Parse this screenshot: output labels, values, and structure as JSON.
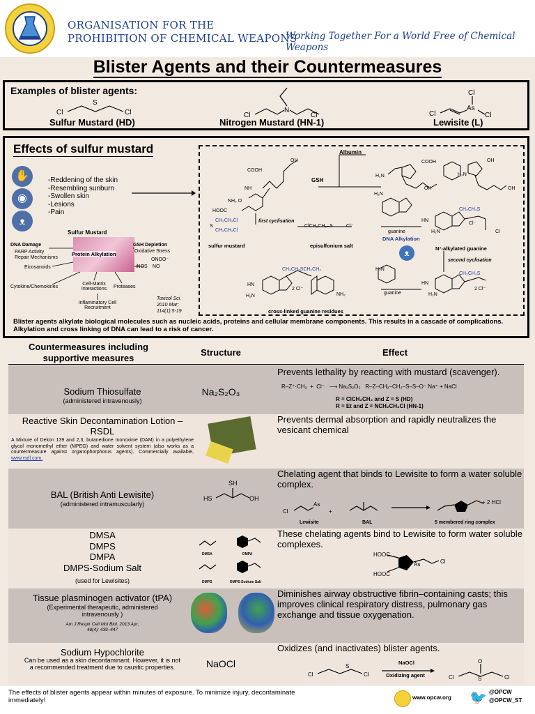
{
  "header": {
    "org_line1": "ORGANISATION FOR THE",
    "org_line2": "PROHIBITION OF CHEMICAL WEAPONS",
    "tagline": "Working Together For a World Free of Chemical Weapons"
  },
  "title": "Blister Agents and their Countermeasures",
  "examples": {
    "heading": "Examples of blister agents:",
    "agents": [
      "Sulfur Mustard (HD)",
      "Nitrogen Mustard (HN-1)",
      "Lewisite (L)"
    ]
  },
  "effects": {
    "heading": "Effects of sulfur mustard",
    "symptoms": [
      "-Reddening of the skin",
      "-Resembling sunburn",
      "-Swollen skin",
      "-Lesions",
      "-Pain"
    ],
    "diagram_labels": {
      "center": "Sulfur Mustard",
      "alkylation": "Protein Alkylation",
      "dna": "DNA Damage",
      "parp": "PARP Activity",
      "repair": "Repair Mechanisms",
      "gsh": "GSH Depletion",
      "oxid": "Oxidative Stress",
      "onoo": "ONOO⁻",
      "inos": "iNOS",
      "no": "NO",
      "eico": "Eicosanoids",
      "cyto": "Cytokine/Chemokines",
      "matrix": "Cell-Matrix Interactions",
      "proteases": "Proteases",
      "inflam": "Inflammatory Cell Recruitment"
    },
    "citation": "Toxicol Sci. 2010 Mar; 114(1):5-19",
    "scheme": {
      "albumin": "Albumin",
      "gsh": "GSH",
      "sulfur_mustard": "sulfur mustard",
      "first_cyc": "first cyclisation",
      "episulf": "episulfonium salt",
      "guanine": "guanine",
      "dna_alk": "DNA Alkylation",
      "n7": "N⁷-alkylated guanine",
      "second_cyc": "second cyclisation",
      "crosslinked": "cross-linked guanine residues",
      "cl_minus": "Cl⁻",
      "two_cl": "2 Cl⁻"
    },
    "summary": "Blister agents alkylate biological molecules such as nucleic acids, proteins and cellular membrane components. This results in a cascade of complications. Alkylation and cross linking of DNA can lead to a risk of cancer."
  },
  "table": {
    "headers": [
      "Countermeasures including supportive measures",
      "Structure",
      "Effect"
    ],
    "rows": [
      {
        "name": "Sodium Thiosulfate",
        "sub": "(administered intravenously)",
        "structure": "Na₂S₂O₃",
        "effect": "Prevents lethality by reacting with mustard (scavenger).",
        "reaction": [
          "R = ClCH₂CH₂ and Z = S (HD)",
          "R = Et and Z = NCH₂CH₂Cl (HN-1)"
        ]
      },
      {
        "name": "Reactive Skin Decontamination Lotion – RSDL",
        "sub": "A Mixture of Dekon 139 and 2,3, butanedione monoxime (DAM) in a polyethylene glycol monomethyl ether (MPEG) and water solvent system (also works as a countermeasure against organophorphorus agents). Commercially available,",
        "link": "www.rsdl.com.",
        "effect": "Prevents dermal absorption and rapidly neutralizes the vesicant chemical"
      },
      {
        "name": "BAL (British Anti Lewisite)",
        "sub": "(administered intramuscularly)",
        "effect": "Chelating agent that binds to Lewisite to form a water soluble complex.",
        "reaction_labels": [
          "Lewisite",
          "BAL",
          "5 membered ring complex",
          "+ 2 HCl"
        ]
      },
      {
        "names": [
          "DMSA",
          "DMPS",
          "DMPA",
          "DMPS-Sodium Salt"
        ],
        "sub": "(used for Lewisites)",
        "effect": "These chelating agents bind to Lewisite to form water soluble complexes.",
        "struct_labels": [
          "DMSA",
          "DMPA",
          "DMPS",
          "DMPS-Sodium Salt"
        ]
      },
      {
        "name": "Tissue plasminogen activator (tPA)",
        "sub": "(Experimental therapeutic, administered intravenously )",
        "citation": "Am J Respir Cell Mol Biol. 2013 Apr; 48(4): 439–447",
        "effect": "Diminishes airway obstructive fibrin–containing casts; this improves clinical respiratory distress, pulmonary gas exchange and tissue oxygenation."
      },
      {
        "name": "Sodium Hypochlorite",
        "sub": "Can be used as a skin decontaminant. However, it is not a recommended treatment due to caustic properties.",
        "structure": "NaOCl",
        "effect": "Oxidizes (and inactivates) blister agents.",
        "reaction_labels": [
          "NaOCl",
          "Oxidizing agent"
        ]
      }
    ]
  },
  "footer": {
    "note": "The effects of blister agents appear within minutes of exposure.  To minimize injury, decontaminate immediately!",
    "website": "www.opcw.org",
    "twitter1": "@OPCW",
    "twitter2": "@OPCW_ST"
  },
  "colors": {
    "brand_blue": "#1e3f8f",
    "band_grey": "#c9c0bb",
    "background": "#f2e9e1"
  }
}
